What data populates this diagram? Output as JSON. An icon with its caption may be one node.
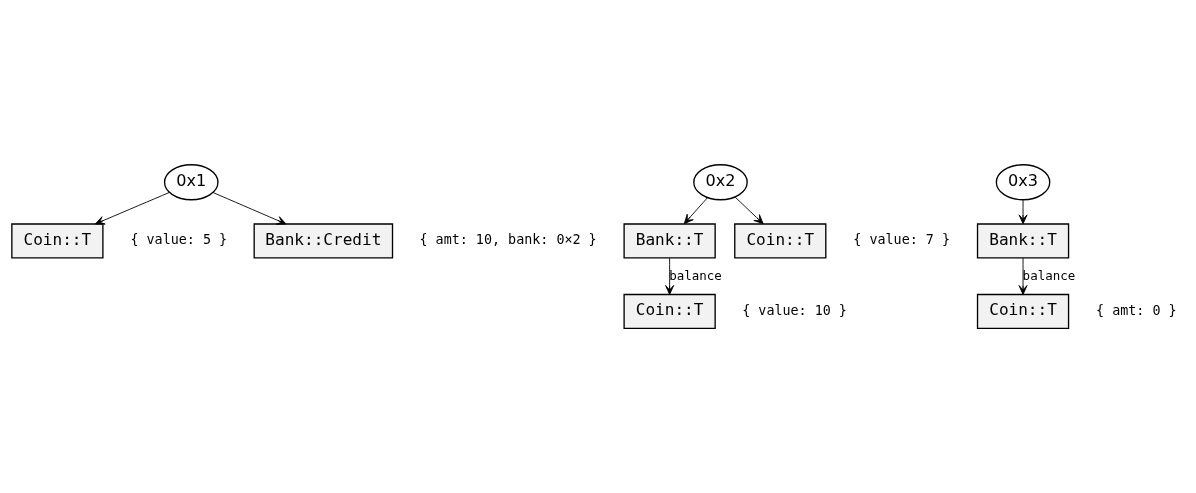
{
  "diagram": {
    "nodes": [
      {
        "text": [
          "0x1"
        ]
      },
      {
        "text": [
          "Coin::T"
        ],
        "beside": [
          "{ value: 5 }"
        ]
      },
      {
        "text": [
          "Bank::Credit"
        ],
        "beside": [
          "{ amt: 10, bank: 0×2 }"
        ]
      },
      {
        "text": [
          "0x2"
        ]
      },
      {
        "text": [
          "Bank::T"
        ]
      },
      {
        "text": [
          "Coin::T"
        ],
        "beside": [
          "{ value: 7 }"
        ]
      },
      {
        "text": [
          "Coin::T"
        ],
        "beside": [
          "{ value: 10 }"
        ]
      },
      {
        "text": [
          "0x3"
        ]
      },
      {
        "text": [
          "Bank::T"
        ]
      },
      {
        "text": [
          "Coin::T"
        ],
        "beside": [
          "{ amt: 0 }"
        ]
      }
    ],
    "edges": [
      {
        "from": 0,
        "to": 1,
        "arrow": "to"
      },
      {
        "from": 0,
        "to": 2,
        "arrow": "to"
      },
      {
        "from": 3,
        "to": 4,
        "arrow": "to"
      },
      {
        "from": 3,
        "to": 5,
        "arrow": "to"
      },
      {
        "from": 4,
        "to": 6,
        "arrow": "to",
        "label": "balance"
      },
      {
        "from": 7,
        "to": 8,
        "arrow": "to"
      },
      {
        "from": 8,
        "to": 9,
        "arrow": "to",
        "label": "balance"
      }
    ]
  }
}
